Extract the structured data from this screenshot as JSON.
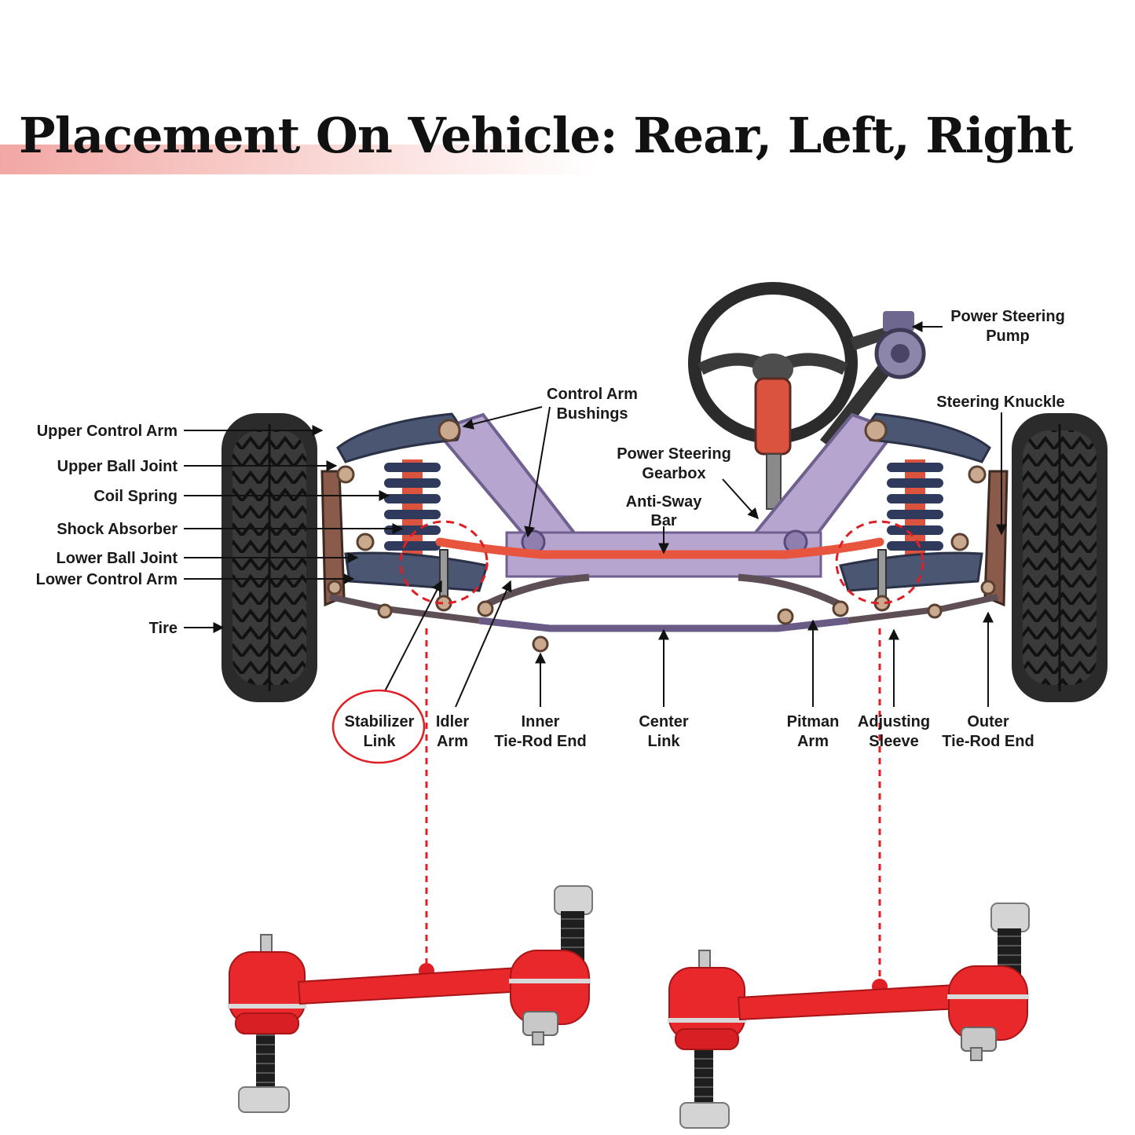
{
  "title": "Placement On Vehicle: Rear, Left, Right",
  "labels": {
    "upper_control_arm": "Upper Control Arm",
    "upper_ball_joint": "Upper Ball Joint",
    "coil_spring": "Coil Spring",
    "shock_absorber": "Shock Absorber",
    "lower_ball_joint": "Lower Ball Joint",
    "lower_control_arm": "Lower Control Arm",
    "tire": "Tire",
    "control_arm_bushings_1": "Control Arm",
    "control_arm_bushings_2": "Bushings",
    "power_steering_gearbox_1": "Power Steering",
    "power_steering_gearbox_2": "Gearbox",
    "anti_sway_bar_1": "Anti-Sway",
    "anti_sway_bar_2": "Bar",
    "power_steering_pump_1": "Power Steering",
    "power_steering_pump_2": "Pump",
    "steering_knuckle": "Steering Knuckle",
    "stabilizer_link_1": "Stabilizer",
    "stabilizer_link_2": "Link",
    "idler_arm_1": "Idler",
    "idler_arm_2": "Arm",
    "inner_tie_rod_end_1": "Inner",
    "inner_tie_rod_end_2": "Tie-Rod End",
    "center_link_1": "Center",
    "center_link_2": "Link",
    "pitman_arm_1": "Pitman",
    "pitman_arm_2": "Arm",
    "adjusting_sleeve_1": "Adjusting",
    "adjusting_sleeve_2": "Sleeve",
    "outer_tie_rod_end_1": "Outer",
    "outer_tie_rod_end_2": "Tie-Rod End"
  },
  "colors": {
    "accent_red": "#e01e25",
    "frame_purple": "#b6a6cf",
    "arm_blue": "#4b5673",
    "tire": "#2b2b2b",
    "part_red": "#e8282b"
  }
}
